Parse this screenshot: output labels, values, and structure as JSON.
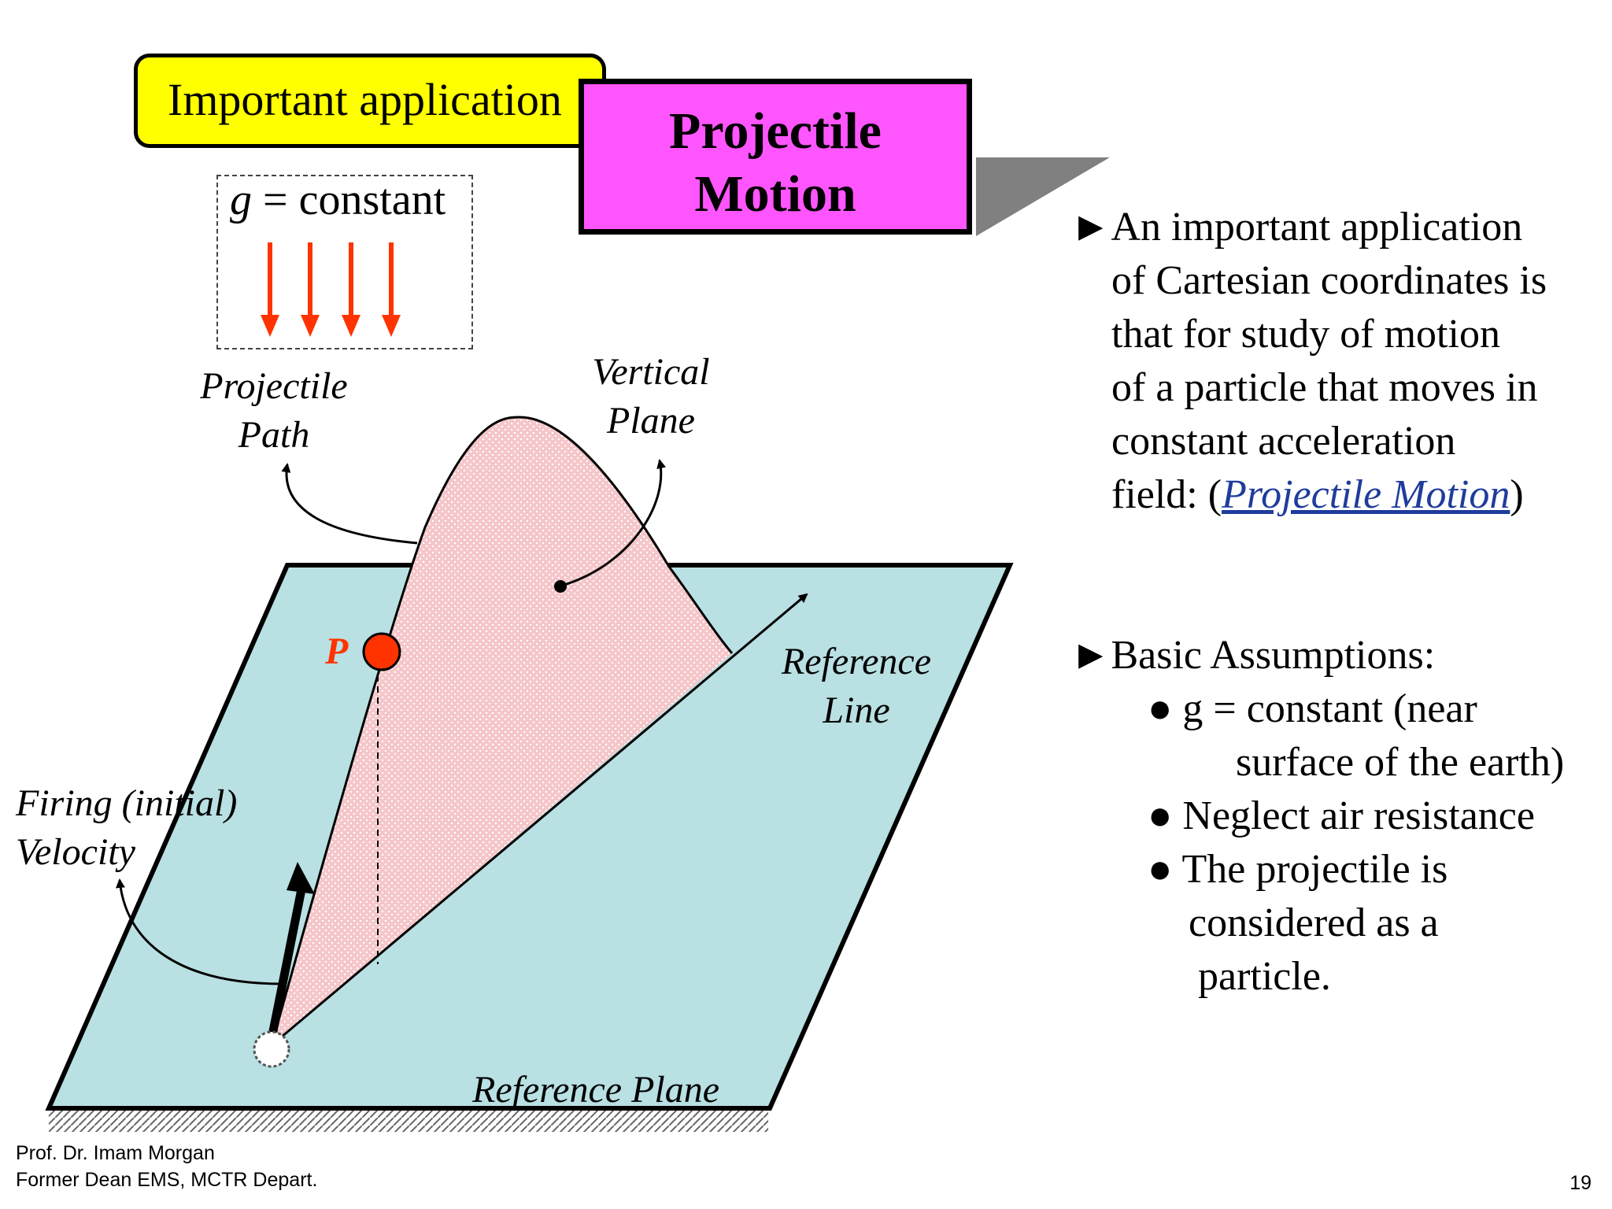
{
  "header": {
    "tag_label": "Important application",
    "title_line1": "Projectile",
    "title_line2": "Motion"
  },
  "gravity_box": {
    "text": "g = constant",
    "arrow_color": "#ff3300"
  },
  "diagram_labels": {
    "projectile_path": [
      "Projectile",
      "Path"
    ],
    "vertical_plane": [
      "Vertical",
      "Plane"
    ],
    "reference_line": [
      "Reference",
      "Line"
    ],
    "firing_velocity": [
      "Firing (initial)",
      "Velocity"
    ],
    "reference_plane": "Reference Plane",
    "point": "P"
  },
  "bullets": {
    "intro_lines": [
      "An important application",
      "of Cartesian coordinates is",
      "that for study of motion",
      "of a particle that moves in",
      "constant acceleration"
    ],
    "intro_last_prefix": "field: (",
    "intro_link": "Projectile Motion",
    "intro_last_suffix": ")",
    "assumptions_title": "Basic Assumptions:",
    "assumptions": [
      [
        "g = constant (near",
        "surface of the earth)"
      ],
      [
        "Neglect air resistance"
      ],
      [
        "The projectile is",
        "considered as a",
        "particle."
      ]
    ]
  },
  "footer": {
    "author": "Prof. Dr. Imam Morgan",
    "affiliation": "Former Dean EMS, MCTR Depart.",
    "page_number": "19"
  },
  "colors": {
    "tag_bg": "#ffff00",
    "title_bg": "#ff55ff",
    "plane_fill": "#b9e0e3",
    "vertical_plane_fill": "#f3c9cc",
    "point_color": "#ff3300",
    "link_color": "#1f3c9c"
  }
}
